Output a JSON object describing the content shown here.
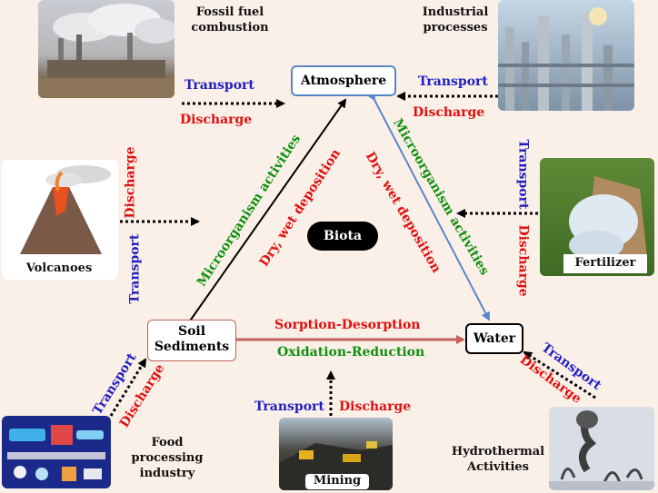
{
  "nodes": {
    "atmosphere": "Atmosphere",
    "soil_line1": "Soil",
    "soil_line2": "Sediments",
    "water": "Water",
    "biota": "Biota"
  },
  "sources": {
    "fossil": {
      "line1": "Fossil fuel",
      "line2": "combustion"
    },
    "industrial": {
      "line1": "Industrial",
      "line2": "processes"
    },
    "volcanoes": "Volcanoes",
    "fertilizer": "Fertilizer",
    "food": {
      "line1": "Food",
      "line2": "processing",
      "line3": "industry"
    },
    "mining": "Mining",
    "hydrothermal": {
      "line1": "Hydrothermal",
      "line2": "Activities"
    }
  },
  "flows": {
    "transport": "Transport",
    "discharge": "Discharge"
  },
  "processes": {
    "microorganism": "Microorganism activities",
    "deposition": "Dry, wet deposition",
    "sorption": "Sorption-Desorption",
    "oxidation": "Oxidation-Reduction"
  },
  "colors": {
    "transport": "#2020c0",
    "discharge": "#e01010",
    "process_green": "#109010",
    "left_arrow": "#000000",
    "right_arrow": "#5a86c8",
    "bottom_arrow": "#c06058",
    "background": "#fbf0e8"
  }
}
